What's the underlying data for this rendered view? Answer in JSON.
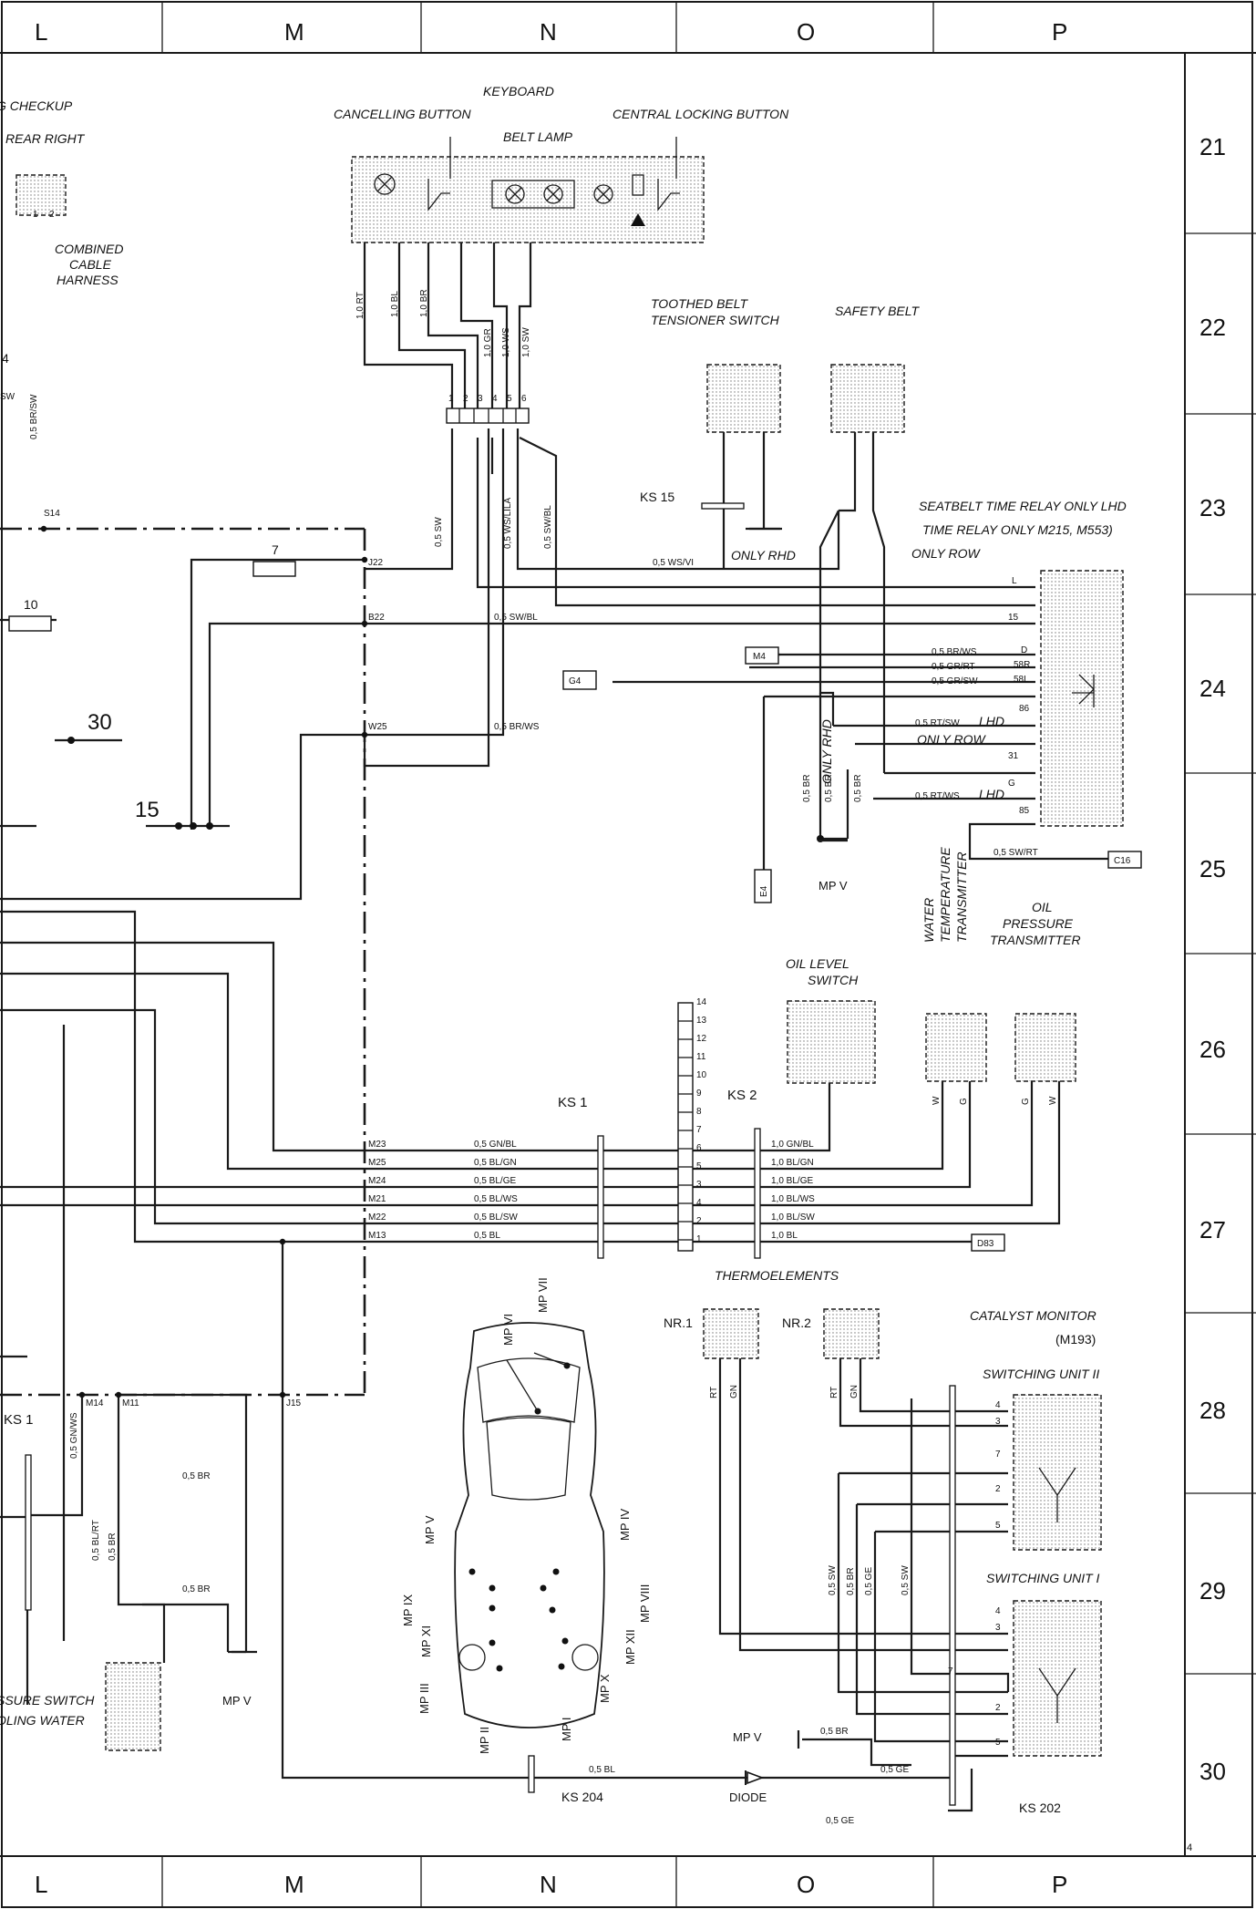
{
  "grid": {
    "columns": [
      "L",
      "M",
      "N",
      "O",
      "P"
    ],
    "rows": [
      "21",
      "22",
      "23",
      "24",
      "25",
      "26",
      "27",
      "28",
      "29",
      "30"
    ],
    "page_number": "4"
  },
  "labels": {
    "checkup": "G CHECKUP",
    "rear_right": "REAR RIGHT",
    "combined1": "COMBINED",
    "combined2": "CABLE",
    "combined3": "HARNESS",
    "keyboard": "KEYBOARD",
    "cancelling": "CANCELLING BUTTON",
    "central_locking": "CENTRAL LOCKING BUTTON",
    "belt_lamp": "BELT LAMP",
    "toothed1": "TOOTHED BELT",
    "toothed2": "TENSIONER SWITCH",
    "safety_belt": "SAFETY BELT",
    "ks15": "KS 15",
    "only_rhd": "ONLY RHD",
    "seatbelt_relay": "SEATBELT TIME RELAY  ONLY LHD",
    "time_relay": "TIME RELAY ONLY M215, M553)",
    "only_row": "ONLY ROW",
    "only_row2": "ONLY ROW",
    "lhd1": "LHD",
    "lhd2": "LHD",
    "only_rhd_v": "ONLY RHD",
    "mpv1": "MP V",
    "mpv2": "MP V",
    "mpv3": "MP V",
    "water1": "WATER",
    "water2": "TEMPERATURE",
    "water3": "TRANSMITTER",
    "oilp1": "OIL",
    "oilp2": "PRESSURE",
    "oilp3": "TRANSMITTER",
    "oil_level1": "OIL LEVEL",
    "oil_level2": "SWITCH",
    "ks1": "KS 1",
    "ks1b": "KS 1",
    "ks2": "KS 2",
    "thermo": "THERMOELEMENTS",
    "nr1": "NR.1",
    "nr2": "NR.2",
    "catalyst": "CATALYST MONITOR",
    "m193": "(M193)",
    "sw_unit2": "SWITCHING UNIT II",
    "sw_unit1": "SWITCHING UNIT I",
    "pressure_switch": "SSURE SWITCH",
    "cooling_water": "OLING WATER",
    "ks204": "KS 204",
    "ks202": "KS 202",
    "diode": "DIODE",
    "n30": "30",
    "n15": "15",
    "n10": "10",
    "n7": "7",
    "n4": "4",
    "g4": "G4",
    "m4": "M4",
    "e4": "E4",
    "c16": "C16",
    "d83": "D83",
    "s14": "S14",
    "j22": "J22",
    "b22": "B22",
    "w25": "W25",
    "m14": "M14",
    "m11": "M11",
    "j15": "J15",
    "mp_vi": "MP VI",
    "mp_vii": "MP VII",
    "mp_v_car": "MP V",
    "mp_iv": "MP IV",
    "mp_ix": "MP IX",
    "mp_xi": "MP XI",
    "mp_viii": "MP VIII",
    "mp_xii": "MP XII",
    "mp_iii": "MP III",
    "mp_ii": "MP II",
    "mp_i": "MP I",
    "mp_x": "MP X"
  },
  "wires": {
    "rt10": "1,0 RT",
    "bl10": "1,0 BL",
    "br10": "1,0 BR",
    "gr10": "1,0 GR",
    "ws10": "1,0 WS",
    "sw10": "1,0 SW",
    "sw05": "0,5 SW",
    "wsla": "0,5 WS/LILA",
    "swbl": "0,5 SW/BL",
    "wsvi": "0,5 WS/VI",
    "swbl_h": "0,5  SW/BL",
    "brws_h": "0,5  BR/WS",
    "brws_r": "0,5 BR/WS",
    "grrt": "0,5 GR/RT",
    "grsw": "0,5 GR/SW",
    "rtsw": "0,5 RT/SW",
    "rtws": "0,5 RT/WS",
    "swrt": "0,5  SW/RT",
    "br_a": "0,5 BR",
    "br_b": "0,5 BR",
    "br_c": "0,5 BR",
    "brsw_l": "SW",
    "brsw_l2": "0,5 BR/SW",
    "gnbl": "0,5  GN/BL",
    "blgn": "0,5  BL/GN",
    "blge": "0,5  BL/GE",
    "blws": "0,5  BL/WS",
    "blsw": "0,5  BL/SW",
    "bl": "0,5  BL",
    "gnbl10": "1,0  GN/BL",
    "blgn10": "1,0  BL/GN",
    "blge10": "1,0  BL/GE",
    "blws10": "1,0  BL/WS",
    "blsw10": "1,0  BL/SW",
    "bl10b": "1,0  BL",
    "gnws": "0,5 GN/WS",
    "blrt": "0,5 BL/RT",
    "brl1": "0,5 BR",
    "brl2": "0,5 BR",
    "brl3": "0,5 BR",
    "sw29a": "0,5 SW",
    "br29": "0,5 BR",
    "ge29": "0,5 GE",
    "sw29b": "0,5 SW",
    "bl30": "0,5 BL",
    "br30": "0,5 BR",
    "ge30": "0,5 GE",
    "ge30b": "0,5 GE",
    "rt_t1": "RT",
    "gn_t1": "GN",
    "rt_t2": "RT",
    "gn_t2": "GN",
    "w1": "W",
    "g1": "G",
    "g2": "G",
    "w2": "W"
  },
  "pins": {
    "p1": "1",
    "p2": "2",
    "p3": "3",
    "p4": "4",
    "p5": "5",
    "p6": "6",
    "m23": "M23",
    "m25": "M25",
    "m24": "M24",
    "m21": "M21",
    "m22": "M22",
    "m13": "M13",
    "c14": "14",
    "c13": "13",
    "c12": "12",
    "c11": "11",
    "c10": "10",
    "c9": "9",
    "c8": "8",
    "c7": "7",
    "c6": "6",
    "c5": "5",
    "c3": "3",
    "c4": "4",
    "c2": "2",
    "c1": "1",
    "rL": "L",
    "r15": "15",
    "rD": "D",
    "r58R": "58R",
    "r58L": "58L",
    "r86": "86",
    "r31": "31",
    "rG": "G",
    "r85": "85",
    "u2a": "4",
    "u2b": "3",
    "u2c": "7",
    "u2d": "2",
    "u2e": "5",
    "u1a": "4",
    "u1b": "3",
    "u1c": "7",
    "u1d": "2",
    "u1e": "5",
    "rr1": "1",
    "rr2": "2"
  }
}
